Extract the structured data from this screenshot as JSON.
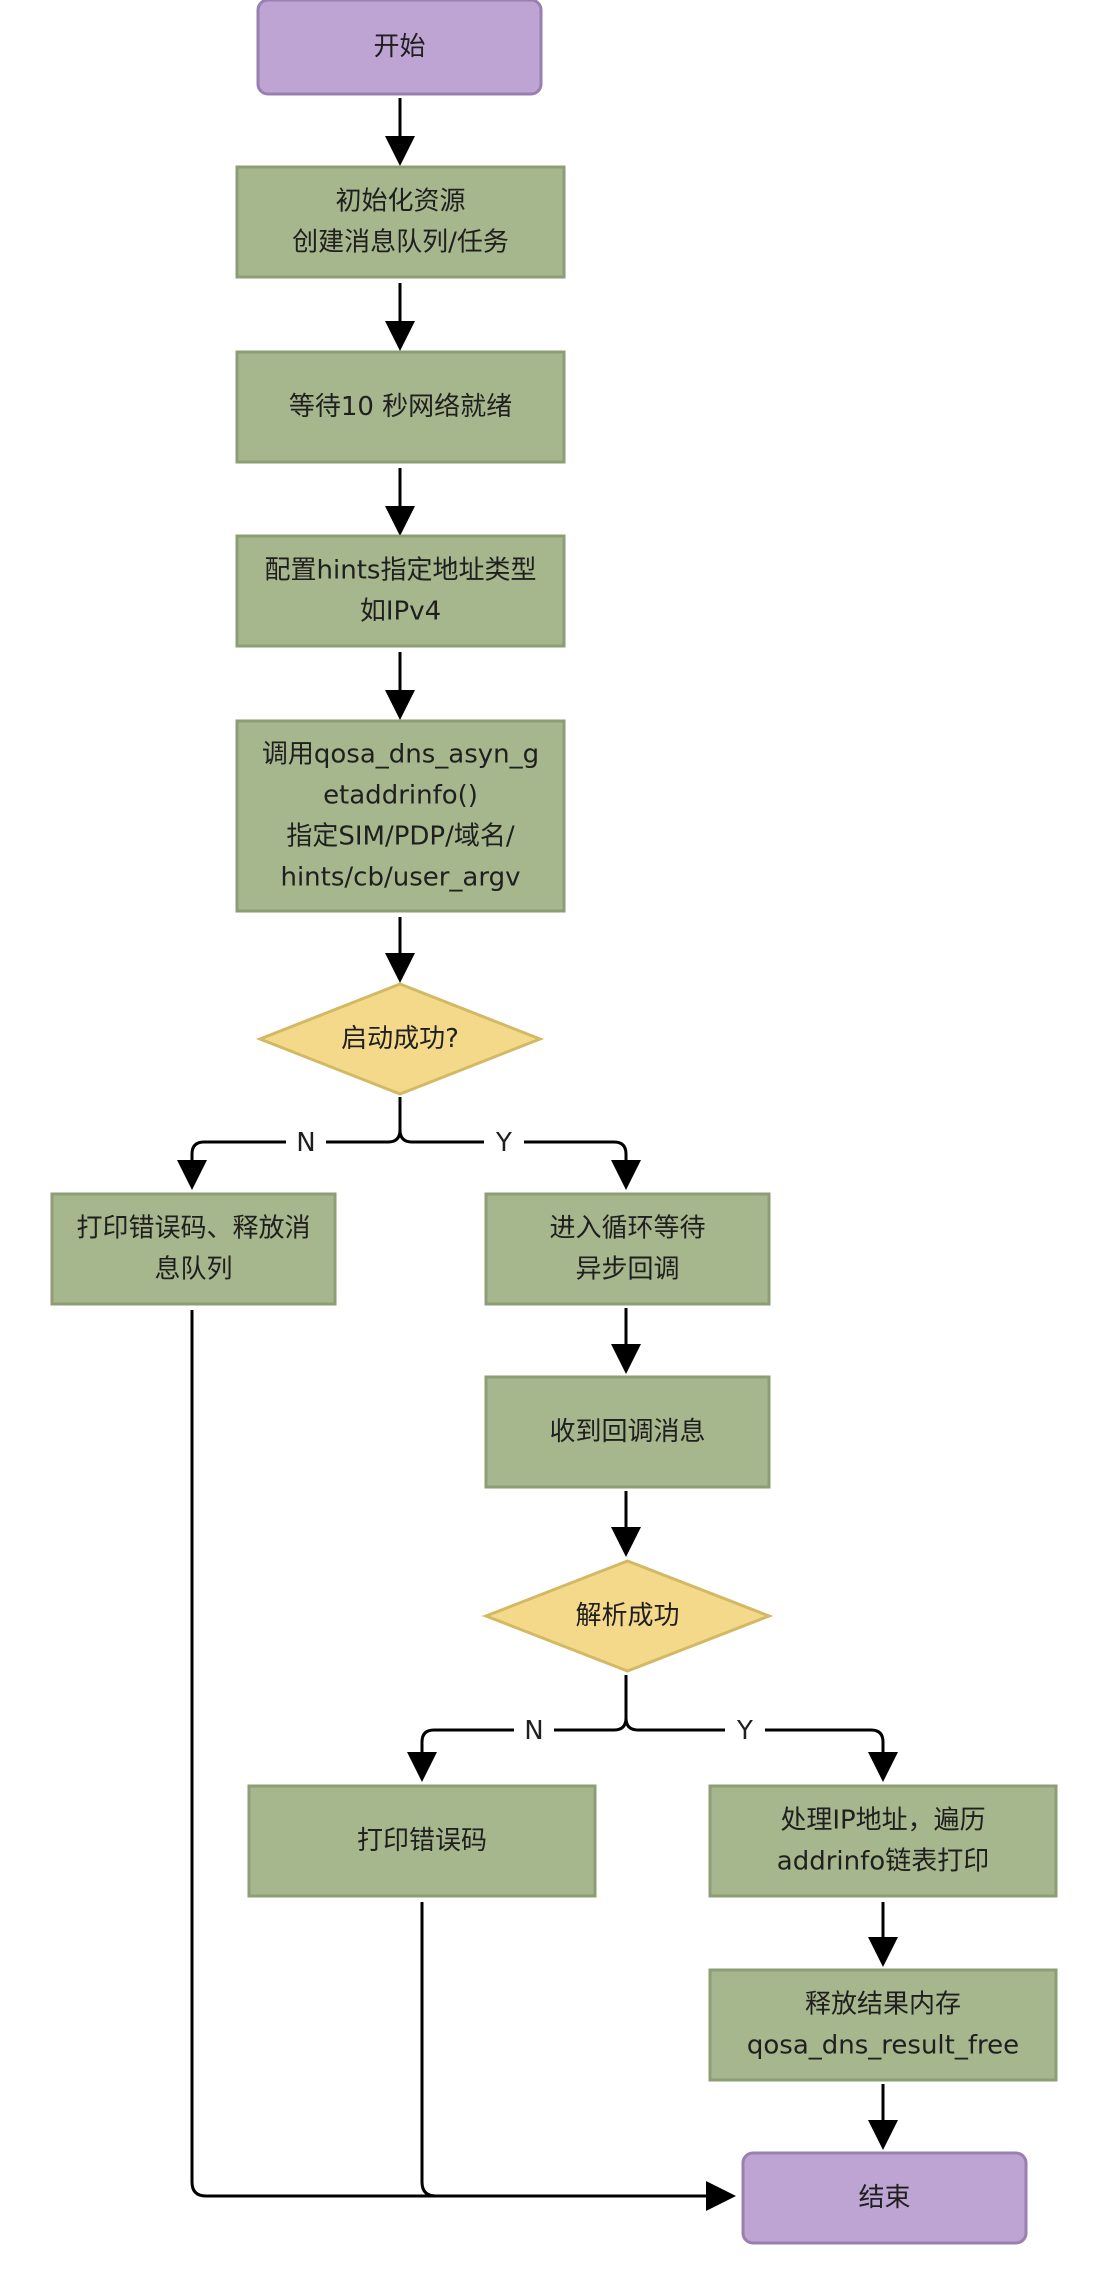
{
  "colors": {
    "terminal_fill": "#bea4d3",
    "terminal_stroke": "#9a7fb1",
    "process_fill": "#a6b68d",
    "process_stroke": "#8d9d76",
    "decision_fill": "#f4d98a",
    "decision_stroke": "#d2b965",
    "line": "#000000",
    "text": "#1f1f1f",
    "background": "#ffffff"
  },
  "nodes": {
    "start": {
      "lines": [
        "开始"
      ]
    },
    "init": {
      "lines": [
        "初始化资源",
        "创建消息队列/任务"
      ]
    },
    "wait_network": {
      "lines": [
        "等待10 秒网络就绪"
      ]
    },
    "config_hints": {
      "lines": [
        "配置hints指定地址类型",
        "如IPv4"
      ]
    },
    "call_getaddrinfo": {
      "lines": [
        "调用qosa_dns_asyn_g",
        "etaddrinfo()",
        "指定SIM/PDP/域名/",
        "hints/cb/user_argv"
      ]
    },
    "start_ok": {
      "lines": [
        "启动成功?"
      ]
    },
    "print_error_free_queue": {
      "lines": [
        "打印错误码、释放消",
        "息队列"
      ]
    },
    "loop_wait": {
      "lines": [
        "进入循环等待",
        "异步回调"
      ]
    },
    "callback_received": {
      "lines": [
        "收到回调消息"
      ]
    },
    "parse_ok": {
      "lines": [
        "解析成功"
      ]
    },
    "print_error": {
      "lines": [
        "打印错误码"
      ]
    },
    "process_ip": {
      "lines": [
        "处理IP地址，遍历",
        "addrinfo链表打印"
      ]
    },
    "free_result": {
      "lines": [
        "释放结果内存",
        "qosa_dns_result_free"
      ]
    },
    "end": {
      "lines": [
        "结束"
      ]
    }
  },
  "edge_labels": {
    "start_ok_no": "N",
    "start_ok_yes": "Y",
    "parse_ok_no": "N",
    "parse_ok_yes": "Y"
  }
}
